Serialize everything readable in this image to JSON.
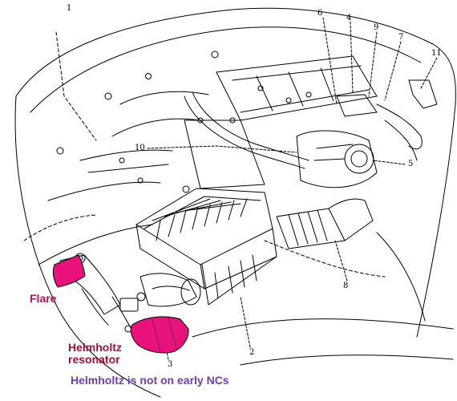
{
  "diagram": {
    "callouts": {
      "c1": "1",
      "c2": "2",
      "c3": "3",
      "c4": "4",
      "c5": "5",
      "c6": "6",
      "c7": "7",
      "c8": "8",
      "c9": "9",
      "c10": "10",
      "c11": "11"
    },
    "annotations": {
      "flare": "Flare",
      "helmholtz": "Helmholtz resonator",
      "note": "Helmholtz is not on early NCs"
    },
    "colors": {
      "highlight": "#e8137a",
      "flare_label": "#b0174f",
      "helmholtz_label": "#a0103a",
      "note_label": "#6b3fb0",
      "line_art": "#000000"
    }
  }
}
